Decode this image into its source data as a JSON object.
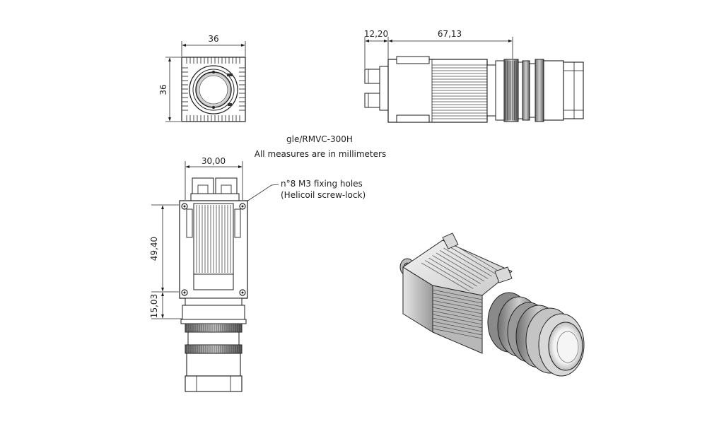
{
  "model_label": "gle/RMVC-300H",
  "units_note": "All measures are in millimeters",
  "fixing_note_line1": "n°8 M3 fixing holes",
  "fixing_note_line2": "(Helicoil screw-lock)",
  "dimensions": {
    "front_width": "36",
    "front_height": "36",
    "side_connector": "12,20",
    "side_length": "67,13",
    "bottom_width": "30,00",
    "bottom_body": "49,40",
    "bottom_lens": "15,03"
  },
  "colors": {
    "line": "#1b1b1b",
    "background": "#ffffff"
  }
}
